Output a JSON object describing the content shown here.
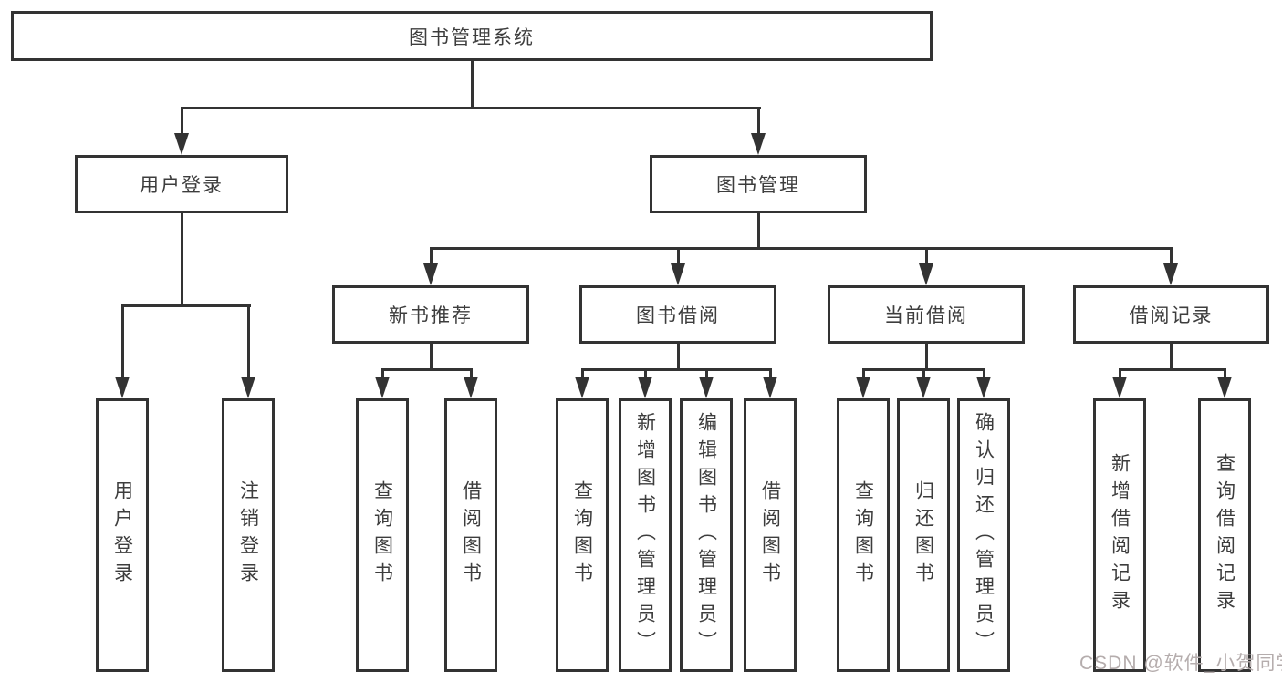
{
  "tree": {
    "root": {
      "label": "图书管理系统"
    },
    "user_branch": {
      "label": "用户登录",
      "children": [
        {
          "label": "用户登录"
        },
        {
          "label": "注销登录"
        }
      ]
    },
    "mgmt_branch": {
      "label": "图书管理",
      "sections": [
        {
          "label": "新书推荐",
          "children": [
            {
              "label": "查询图书"
            },
            {
              "label": "借阅图书"
            }
          ]
        },
        {
          "label": "图书借阅",
          "children": [
            {
              "label": "查询图书"
            },
            {
              "label": "新增图书（管理员）"
            },
            {
              "label": "编辑图书（管理员）"
            },
            {
              "label": "借阅图书"
            }
          ]
        },
        {
          "label": "当前借阅",
          "children": [
            {
              "label": "查询图书"
            },
            {
              "label": "归还图书"
            },
            {
              "label": "确认归还（管理员）"
            }
          ]
        },
        {
          "label": "借阅记录",
          "children": [
            {
              "label": "新增借阅记录"
            },
            {
              "label": "查询借阅记录"
            }
          ]
        }
      ]
    }
  },
  "watermark": {
    "text": "CSDN @软件_小贺同学"
  },
  "colors": {
    "line": "#333333",
    "text": "#3d3d3d",
    "background": "#ffffff",
    "watermark": "#b5adad"
  }
}
